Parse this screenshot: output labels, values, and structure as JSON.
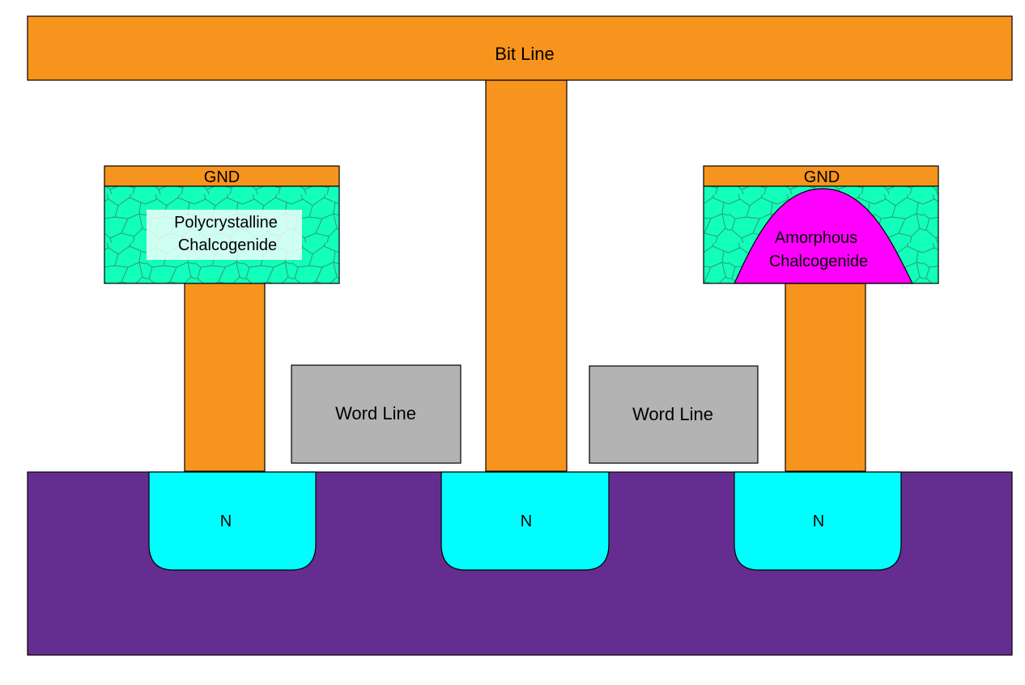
{
  "diagram": {
    "bit_line": {
      "label": "Bit Line"
    },
    "cells": [
      {
        "id": "left",
        "gnd_label": "GND",
        "material_label_line1": "Polycrystalline",
        "material_label_line2": "Chalcogenide"
      },
      {
        "id": "right",
        "gnd_label": "GND",
        "material_label_line1": "Amorphous",
        "material_label_line2": "Chalcogenide"
      }
    ],
    "word_lines": [
      {
        "label": "Word Line"
      },
      {
        "label": "Word Line"
      }
    ],
    "n_wells": [
      {
        "label": "N"
      },
      {
        "label": "N"
      },
      {
        "label": "N"
      }
    ]
  },
  "colors": {
    "metal": "#f7941d",
    "crystalline": "#11ffbb",
    "grain_lines": "#2e9b78",
    "amorphous": "#ff00ff",
    "word_line": "#b3b3b3",
    "substrate": "#652d90",
    "n_well": "#00ffff",
    "outline": "#000000"
  }
}
